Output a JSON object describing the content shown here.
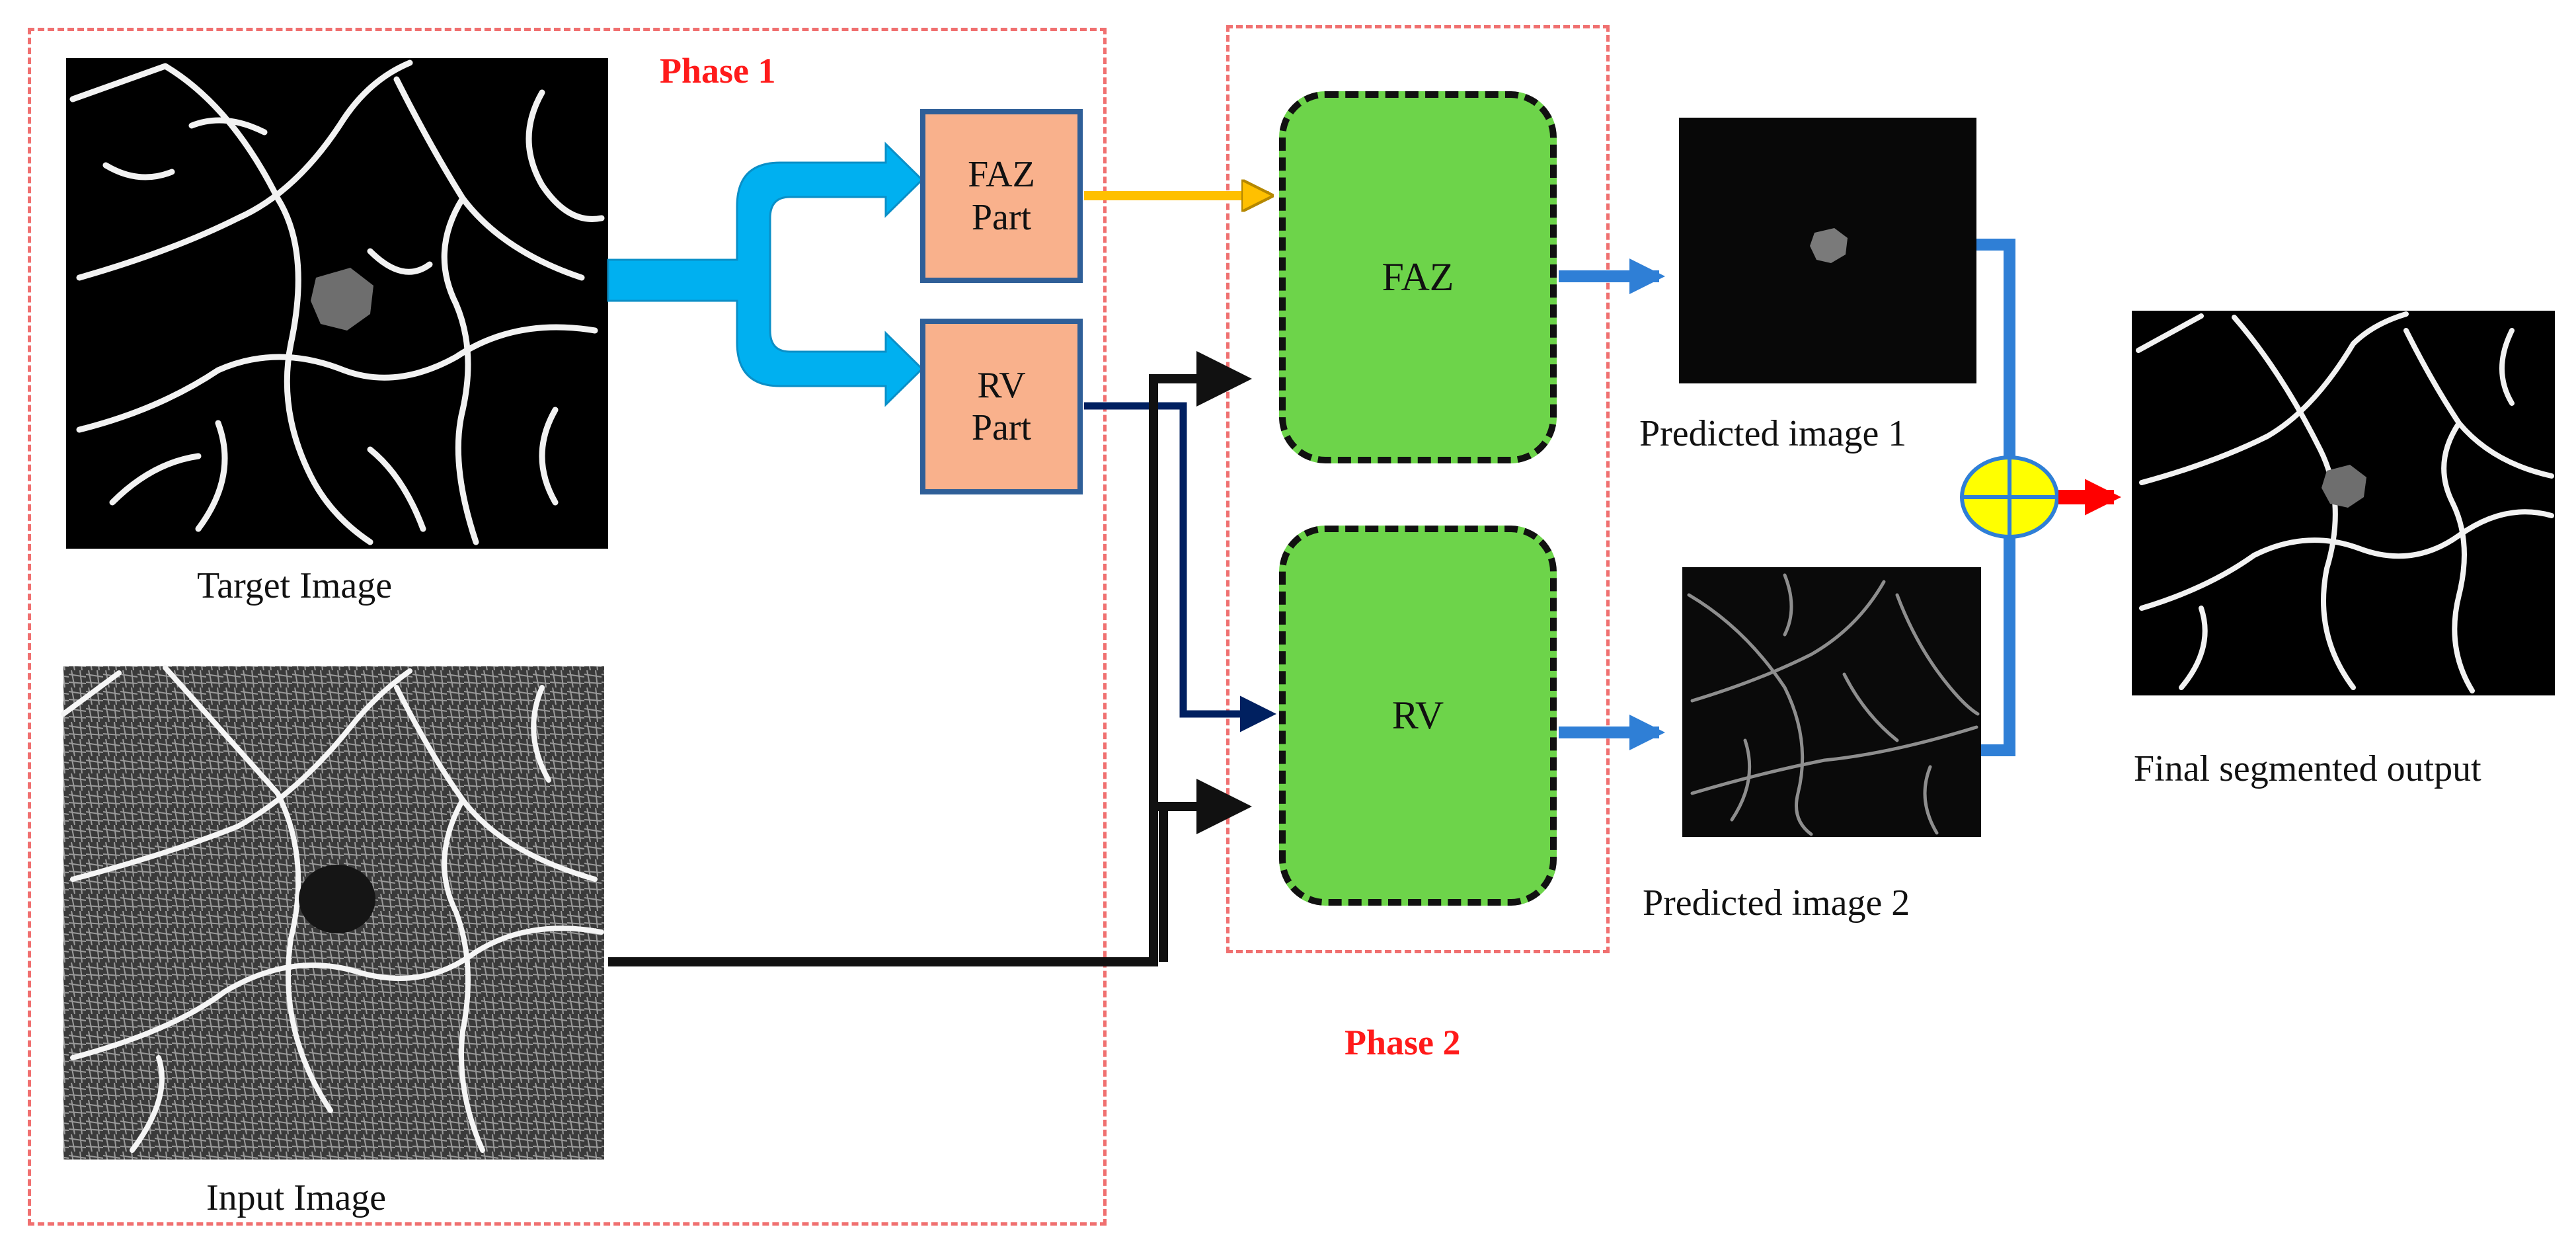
{
  "phases": {
    "phase1": "Phase 1",
    "phase2": "Phase 2"
  },
  "images": {
    "target": "Target Image",
    "input": "Input Image",
    "predicted1": "Predicted image  1",
    "predicted2": "Predicted image  2",
    "final": "Final segmented output"
  },
  "parts": {
    "faz": [
      "FAZ",
      "Part"
    ],
    "rv": [
      "RV",
      "Part"
    ]
  },
  "models": {
    "faz": "FAZ",
    "rv": "RV"
  },
  "colors": {
    "phase_border": "#f07070",
    "phase_text": "#ff1a1a",
    "part_fill": "#f9b18c",
    "part_border": "#2f5f98",
    "model_fill": "#6dd44a",
    "split_arrow": "#00b0f0",
    "faz_arrow": "#ffc000",
    "rv_arrow": "#002060",
    "output_arrow": "#2f7fd6",
    "combine_fill": "#ffff00",
    "final_arrow": "#ff0000"
  }
}
